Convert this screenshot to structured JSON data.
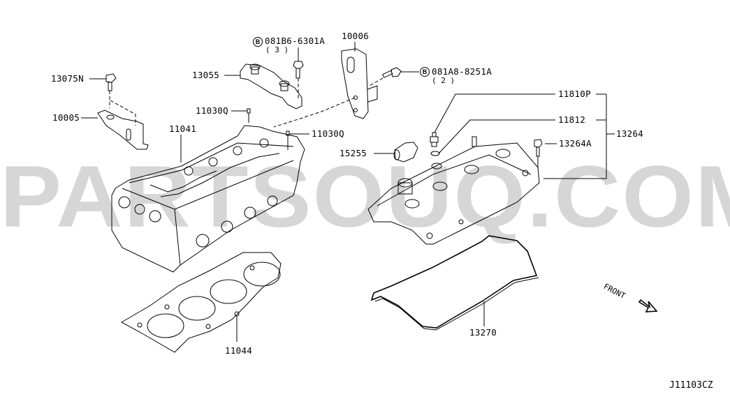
{
  "diagram": {
    "title_code": "J11103CZ",
    "watermark": "PARTSOUQ.COM",
    "direction_label": "FRONT",
    "parts": [
      {
        "id": "13075N",
        "label": "13075N"
      },
      {
        "id": "10005",
        "label": "10005"
      },
      {
        "id": "13055",
        "label": "13055"
      },
      {
        "id": "bolt-081B6",
        "label": "081B6-6301A",
        "marker": "B",
        "qty": "( 3 )"
      },
      {
        "id": "10006",
        "label": "10006"
      },
      {
        "id": "bolt-081A8",
        "label": "081A8-8251A",
        "marker": "B",
        "qty": "( 2 )"
      },
      {
        "id": "11030Q-a",
        "label": "11030Q"
      },
      {
        "id": "11030Q-b",
        "label": "11030Q"
      },
      {
        "id": "11041",
        "label": "11041"
      },
      {
        "id": "15255",
        "label": "15255"
      },
      {
        "id": "11810P",
        "label": "11810P"
      },
      {
        "id": "11812",
        "label": "11812"
      },
      {
        "id": "13264A",
        "label": "13264A"
      },
      {
        "id": "13264",
        "label": "13264"
      },
      {
        "id": "11044",
        "label": "11044"
      },
      {
        "id": "13270",
        "label": "13270"
      }
    ]
  },
  "colors": {
    "line": "#000000",
    "watermark": "#c9c9c9",
    "background": "#ffffff"
  }
}
